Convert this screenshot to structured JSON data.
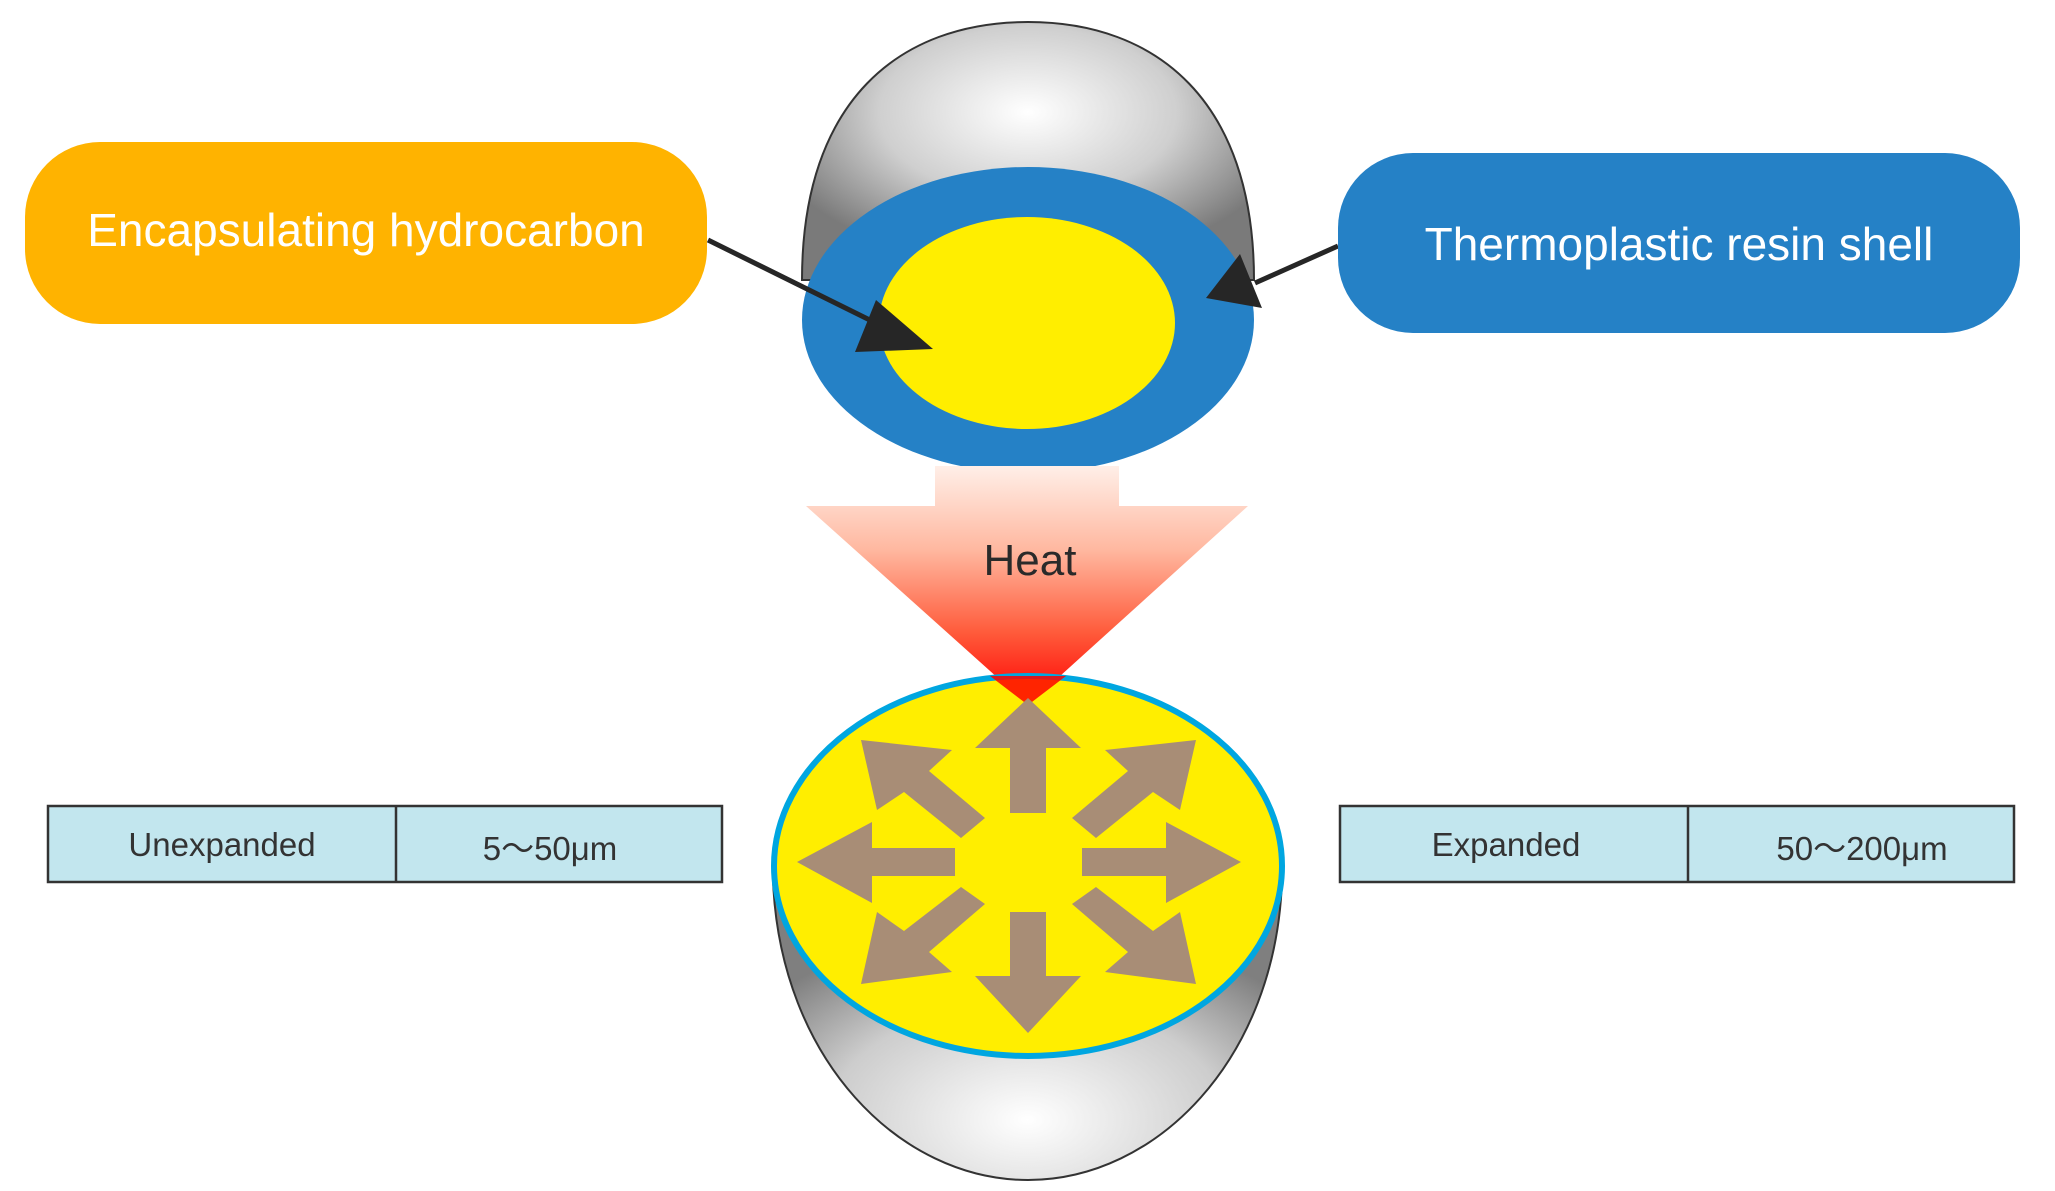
{
  "labels": {
    "core_callout": "Encapsulating hydrocarbon",
    "shell_callout": "Thermoplastic resin shell",
    "heat": "Heat"
  },
  "tables": {
    "unexpanded": {
      "state": "Unexpanded",
      "size": "5～50μm"
    },
    "expanded": {
      "state": "Expanded",
      "size": "50～200μm"
    }
  },
  "colors": {
    "core_callout": "#FFB300",
    "shell_callout": "#2581C6",
    "shell": "#2581C6",
    "core": "#FFEE00",
    "expansion_arrows": "#A88D76",
    "heat_top": "#FFE6DC",
    "heat_bottom": "#FF0000",
    "table_fill": "#C2E6EE",
    "expanded_rim": "#00A6E0"
  }
}
